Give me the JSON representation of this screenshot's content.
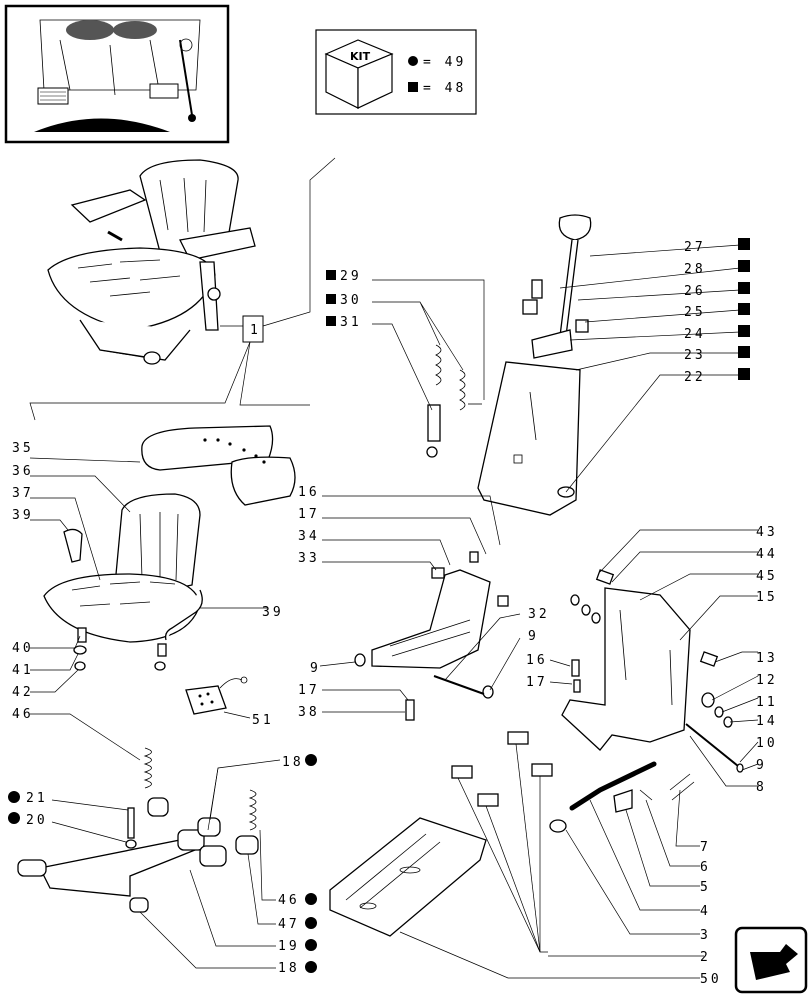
{
  "kit": {
    "label": "KIT",
    "circle_text": "= 49",
    "square_text": "= 48"
  },
  "callouts": {
    "box_1": "1",
    "c29": "29",
    "c30": "30",
    "c31": "31",
    "c27": "27",
    "c28": "28",
    "c26": "26",
    "c25": "25",
    "c24": "24",
    "c23": "23",
    "c22": "22",
    "c35": "35",
    "c36": "36",
    "c37": "37",
    "c39a": "39",
    "c39b": "39",
    "c40": "40",
    "c41": "41",
    "c42": "42",
    "c46a": "46",
    "c51": "51",
    "c16a": "16",
    "c17a": "17",
    "c34": "34",
    "c33": "33",
    "c32": "32",
    "c9a": "9",
    "c9b": "9",
    "c17b": "17",
    "c38": "38",
    "c43": "43",
    "c44": "44",
    "c45": "45",
    "c15": "15",
    "c16b": "16",
    "c17c": "17",
    "c13": "13",
    "c12": "12",
    "c11": "11",
    "c14": "14",
    "c10": "10",
    "c9c": "9",
    "c8": "8",
    "c18a": "18",
    "c21": "21",
    "c20": "20",
    "c7": "7",
    "c6": "6",
    "c5": "5",
    "c4": "4",
    "c3": "3",
    "c2": "2",
    "c46b": "46",
    "c47": "47",
    "c19": "19",
    "c18b": "18",
    "c50": "50"
  },
  "marker_colors": {
    "ink": "#000000",
    "paper": "#ffffff"
  },
  "icons": [
    "tractor-view-thumbnail",
    "kit-cube-icon",
    "next-page-arrow-icon"
  ]
}
